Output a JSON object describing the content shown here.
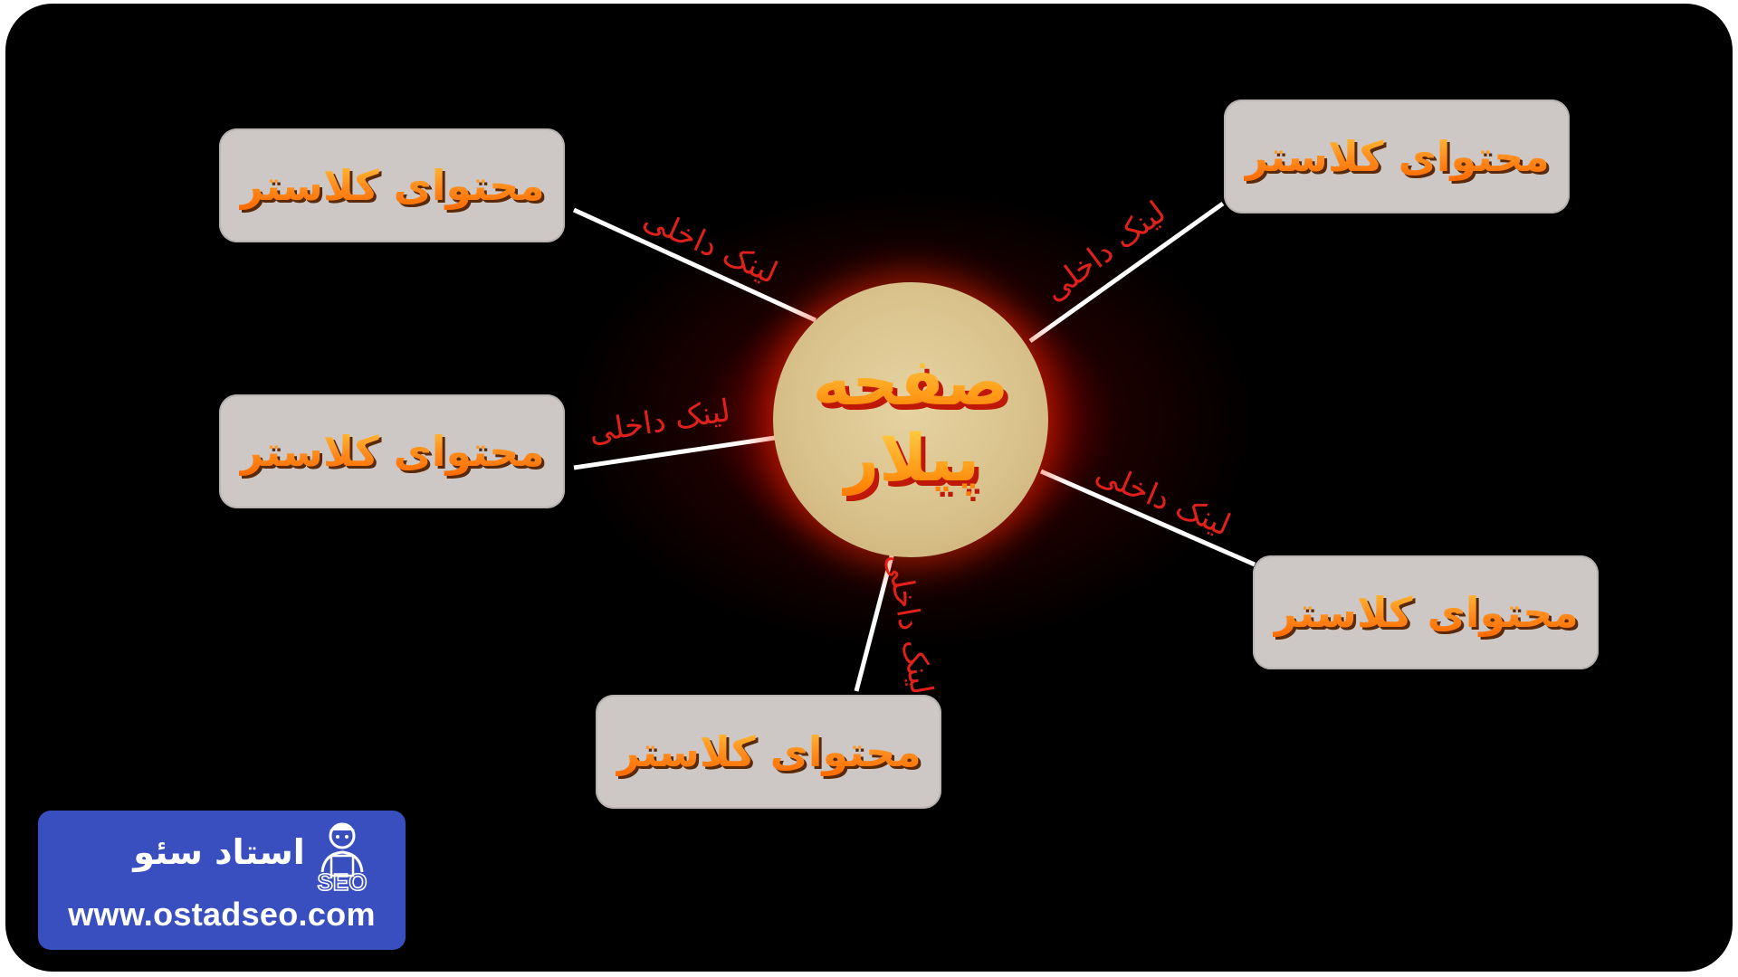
{
  "hub": {
    "line1": "صفحه",
    "line2": "پیلار"
  },
  "clusters": [
    {
      "label": "محتوای کلاستر"
    },
    {
      "label": "محتوای کلاستر"
    },
    {
      "label": "محتوای کلاستر"
    },
    {
      "label": "محتوای کلاستر"
    },
    {
      "label": "محتوای کلاستر"
    }
  ],
  "links": [
    {
      "label": "لینک داخلی"
    },
    {
      "label": "لینک داخلی"
    },
    {
      "label": "لینک داخلی"
    },
    {
      "label": "لینک داخلی"
    },
    {
      "label": "لینک داخلی"
    }
  ],
  "brand": {
    "name": "استاد سئو",
    "url": "www.ostadseo.com",
    "icon": "seo-teacher-icon"
  },
  "colors": {
    "background": "#000000",
    "box": "#cdc8c6",
    "box_text": "#ff8a1c",
    "hub": "#d9c28c",
    "link_text": "#e0201a",
    "logo_bg": "#3a4fbf"
  }
}
